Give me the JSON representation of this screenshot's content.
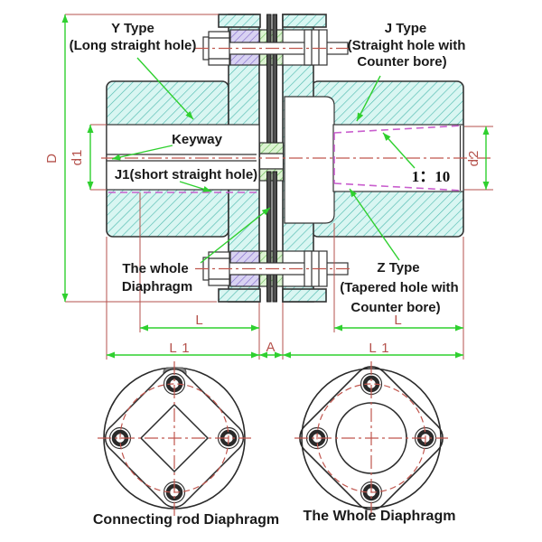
{
  "drawing": {
    "annotations": {
      "y_type": [
        "Y Type",
        "(Long straight hole)"
      ],
      "j_type": [
        "J Type",
        "(Straight hole with",
        "Counter bore)"
      ],
      "z_type": [
        "Z Type",
        "(Tapered hole with",
        "Counter bore)"
      ],
      "keyway": "Keyway",
      "j1": "J1(short straight hole)",
      "whole_diaphragm": [
        "The whole",
        "Diaphragm"
      ],
      "taper_ratio": "1：10"
    },
    "dimensions": {
      "outer_diameter": "D",
      "bore_left": "d1",
      "bore_right": "d2",
      "hole_length_left": "L",
      "hub_length_left": "L 1",
      "gap": "A",
      "hole_length_right": "L",
      "hub_length_right": "L 1"
    },
    "captions": {
      "left_view": "Connecting rod Diaphragm",
      "right_view": "The Whole Diaphragm"
    },
    "colors": {
      "section_fill": "#d9f6f2",
      "section_hatch": "#49b8ac",
      "bushing_fill": "#d8d2f2",
      "bushing_hatch": "#7a62c9",
      "washer_fill": "#dcf3d2",
      "washer_hatch": "#63b84f",
      "dimension_green": "#2fd02f",
      "centerline_red": "#c0564e",
      "dim_text_red": "#b5524c",
      "phantom_magenta": "#c95fce",
      "outline": "#333333",
      "diaphragm_dark": "#4f4f4f"
    }
  }
}
